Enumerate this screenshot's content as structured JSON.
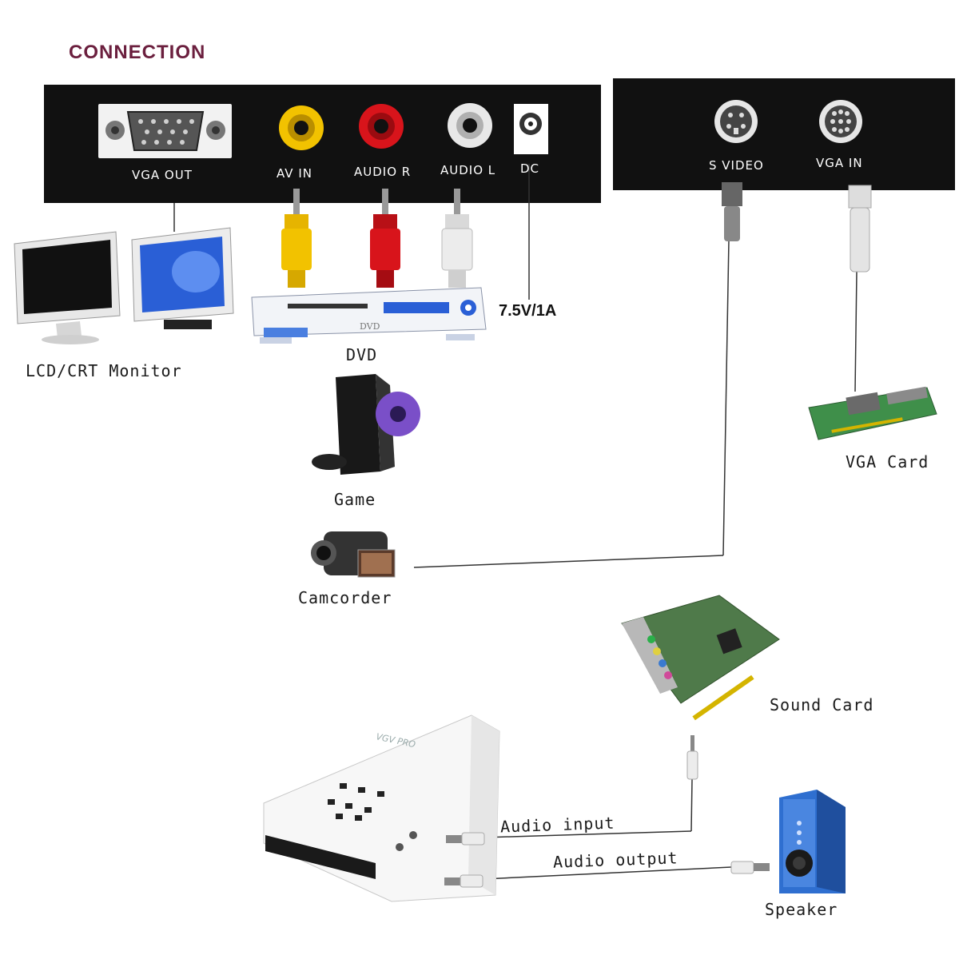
{
  "title": "CONNECTION",
  "ports_left": {
    "vga_out": "VGA OUT",
    "av_in": "AV IN",
    "audio_r": "AUDIO R",
    "audio_l": "AUDIO L",
    "dc": "DC"
  },
  "ports_right": {
    "s_video": "S VIDEO",
    "vga_in": "VGA IN"
  },
  "power_spec": "7.5V/1A",
  "devices": {
    "monitor": "LCD/CRT Monitor",
    "dvd": "DVD",
    "game": "Game",
    "camcorder": "Camcorder",
    "vga_card": "VGA Card",
    "sound_card": "Sound Card",
    "speaker": "Speaker"
  },
  "dvd_text": "DVD",
  "box_brand": "VGV PRO",
  "cables": {
    "audio_input": "Audio input",
    "audio_output": "Audio output"
  },
  "colors": {
    "title": "#6b1f3e",
    "panel": "#111111",
    "rca_yellow": "#f2c200",
    "rca_red": "#d8141b",
    "rca_white": "#e8e8e8",
    "screen_blue": "#2a5fd6",
    "pcb_green": "#3f8f4a",
    "speaker_blue": "#2f6fd0"
  }
}
